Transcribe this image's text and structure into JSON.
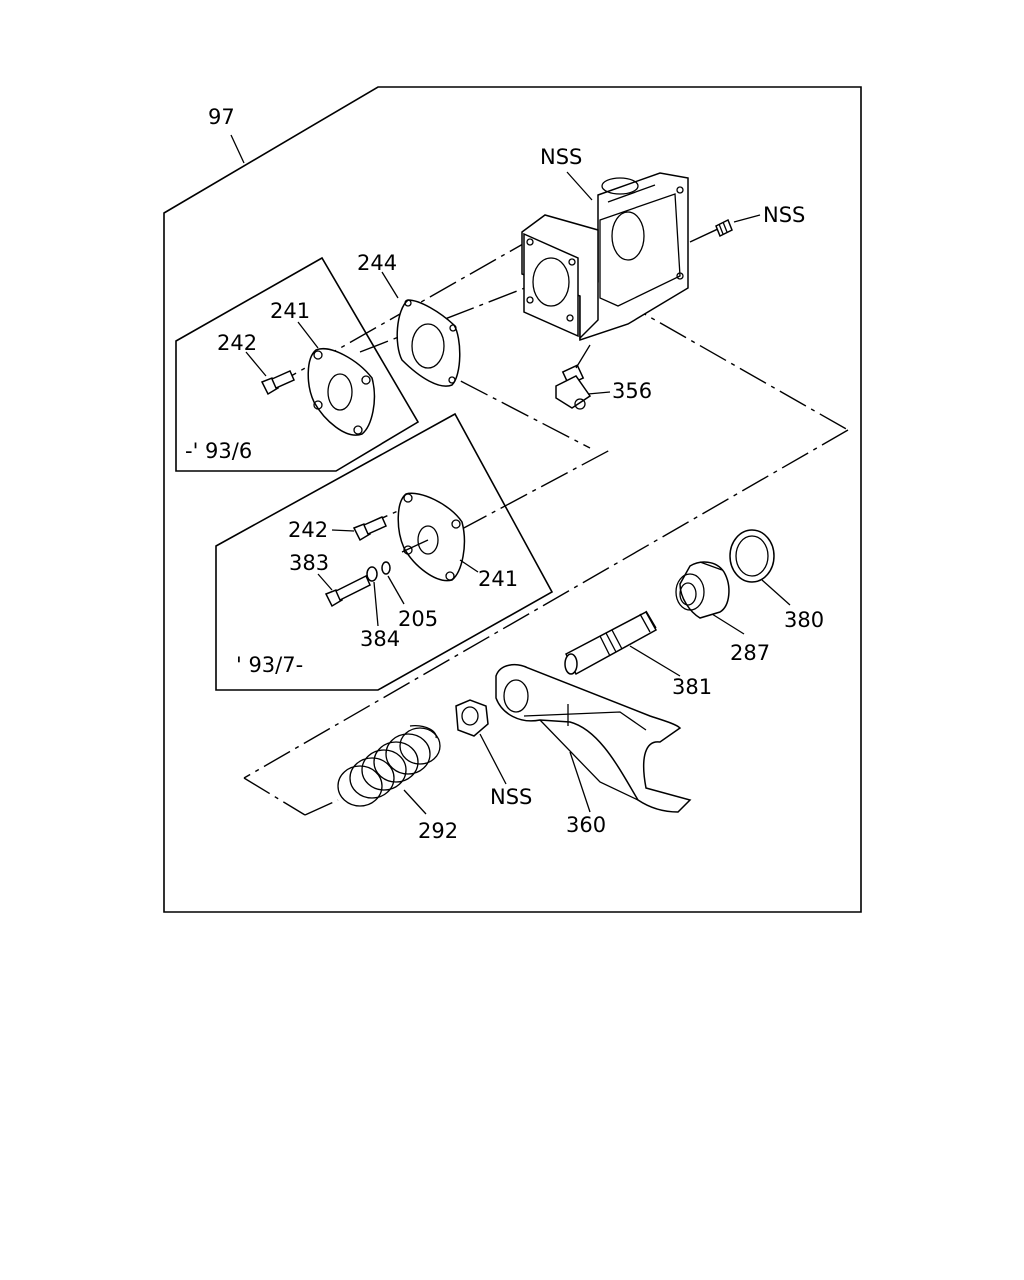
{
  "diagram": {
    "assembly_ref": "97",
    "variants": [
      {
        "id": "early",
        "label": "-' 93/6"
      },
      {
        "id": "late",
        "label": "' 93/7-"
      }
    ],
    "callouts": {
      "nss_housing": "NSS",
      "nss_plug": "NSS",
      "nss_nut": "NSS",
      "p244": "244",
      "p241_early": "241",
      "p242_early": "242",
      "p356": "356",
      "p242_late": "242",
      "p383": "383",
      "p384": "384",
      "p205": "205",
      "p241_late": "241",
      "p287": "287",
      "p380": "380",
      "p381": "381",
      "p360": "360",
      "p292": "292"
    }
  }
}
